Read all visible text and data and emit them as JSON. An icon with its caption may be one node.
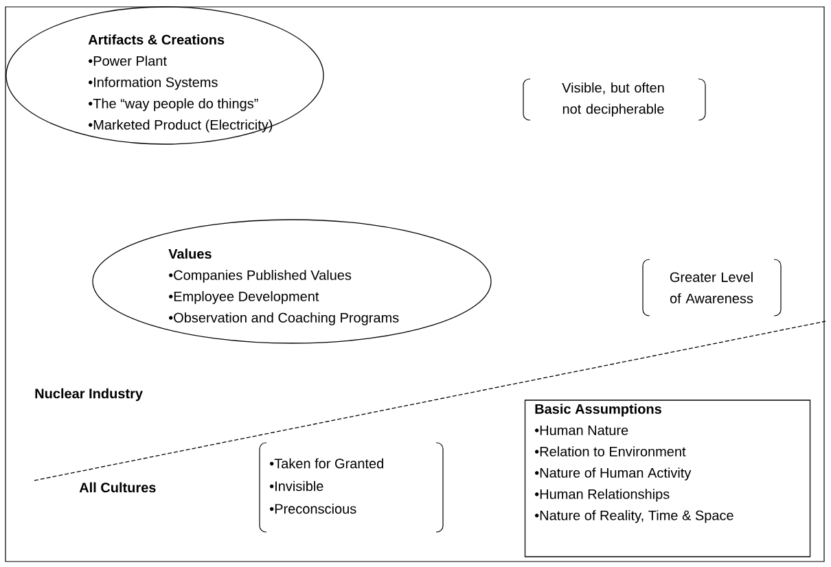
{
  "diagram": {
    "nodes": [
      {
        "text": [
          "Artifacts & Creations",
          "•Power Plant",
          "•Information Systems",
          "•The “way people do things”",
          "•Marketed Product (Electricity)"
        ]
      },
      {
        "text": [
          "Values",
          "•Companies Published Values",
          "•Employee Development",
          "•Observation and Coaching Programs"
        ]
      },
      {
        "text": [
          "Basic Assumptions",
          "•Human Nature",
          "•Relation to Environment",
          "•Nature of Human Activity",
          "•Human Relationships",
          "•Nature of Reality, Time & Space"
        ]
      }
    ],
    "labels": [
      "Visible, but often not decipherable",
      "Greater Level of Awareness",
      "Nuclear Industry",
      "•Taken for Granted",
      "All Cultures",
      "•Invisible",
      "•Preconscious"
    ]
  }
}
